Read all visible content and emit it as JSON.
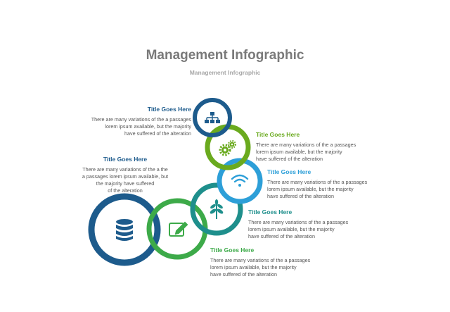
{
  "header": {
    "title": "Management Infographic",
    "subtitle": "Management Infographic"
  },
  "colors": {
    "navy": "#1d5b8c",
    "green": "#3daa49",
    "lime": "#6aaa1e",
    "sky": "#2d9fd8",
    "teal": "#1e8f8c",
    "title": "#7a7a7a"
  },
  "items": [
    {
      "id": "structure",
      "icon": "org-chart-icon",
      "color": "#1d5b8c",
      "heading": "Title Goes Here",
      "body": "There are many variations of the a passages\nlorem ipsum available, but the majority\nhave suffered  of the alteration"
    },
    {
      "id": "settings",
      "icon": "gears-icon",
      "color": "#6aaa1e",
      "heading": "Title Goes Here",
      "body": "There are many variations of the a passages\nlorem ipsum available, but the majority\nhave suffered  of the alteration"
    },
    {
      "id": "wireless",
      "icon": "wifi-icon",
      "color": "#2d9fd8",
      "heading": "Title Goes Here",
      "body": "There are many variations of the a passages\nlorem ipsum available, but the majority\nhave suffered  of the alteration"
    },
    {
      "id": "growth",
      "icon": "leaf-icon",
      "color": "#1e8f8c",
      "heading": "Title Goes Here",
      "body": "There are many variations of the a passages\nlorem ipsum available, but the majority\nhave suffered  of the alteration"
    },
    {
      "id": "edit",
      "icon": "edit-icon",
      "color": "#3daa49",
      "heading": "Title Goes Here",
      "body": "There are many variations of the a passages\nlorem ipsum available, but the majority\nhave suffered  of the alteration"
    },
    {
      "id": "database",
      "icon": "database-icon",
      "color": "#1d5b8c",
      "heading": "Title Goes Here",
      "body": "There are many variations of the a the\na passages lorem ipsum available, but\nthe majority have suffered\nof the alteration"
    }
  ]
}
